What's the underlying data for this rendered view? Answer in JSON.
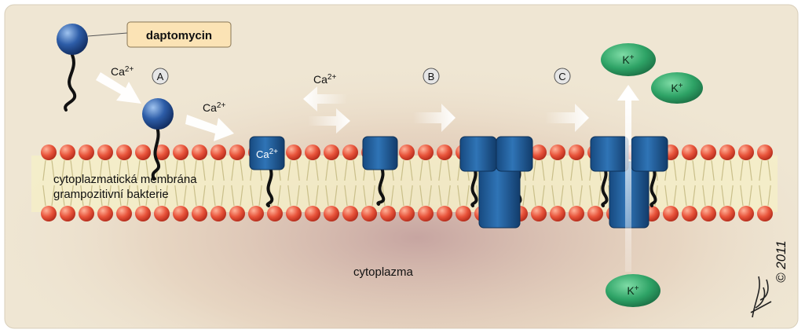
{
  "labels": {
    "molecule": "daptomycin",
    "step_a": "A",
    "step_b": "B",
    "step_c": "C",
    "calcium_1": "Ca2+",
    "calcium_2": "Ca2+",
    "calcium_3": "Ca2+",
    "calcium_bound": "Ca2+",
    "membrane_line1": "cytoplazmatická membrána",
    "membrane_line2": "grampozitivní bakterie",
    "cytoplasm": "cytoplazma",
    "potassium_out_1": "K+",
    "potassium_out_2": "K+",
    "potassium_in": "K+",
    "copyright": "© 2011"
  },
  "colors": {
    "background": "#efe6d3",
    "cytoplasm_tint": "#c9a6a0",
    "lipid_head": "#e8533a",
    "tail_zone": "#f5efc8",
    "protein_blue": "#1e5a94",
    "sphere_blue": "#2d5da8",
    "potassium_green": "#2ea366",
    "label_box": "#fbe3b5",
    "arrow_white": "#ffffff"
  }
}
